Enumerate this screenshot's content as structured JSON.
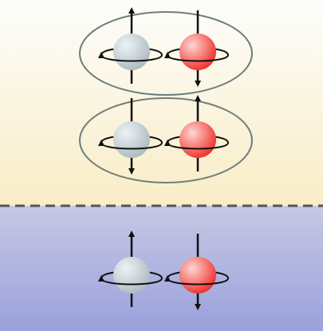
{
  "diagram": {
    "colors": {
      "top_gradient_start": "#fdfdfb",
      "top_gradient_end": "#f9edc6",
      "bottom_gradient_start": "#c6c8e3",
      "bottom_gradient_end": "#9aa1dd",
      "divider": "#555555",
      "ellipse_stroke": "#6f7f7b",
      "gray_particle": "#a9b8bf",
      "red_particle": "#ee2a23",
      "arrow": "#111111"
    },
    "divider_style": "dashed",
    "pairs": [
      {
        "name": "top-pair",
        "enclosed": true,
        "gray_spin": "up",
        "red_spin": "down"
      },
      {
        "name": "middle-pair",
        "enclosed": true,
        "gray_spin": "down",
        "red_spin": "up"
      },
      {
        "name": "bottom-pair",
        "enclosed": false,
        "gray_spin": "up",
        "red_spin": "down"
      }
    ]
  }
}
